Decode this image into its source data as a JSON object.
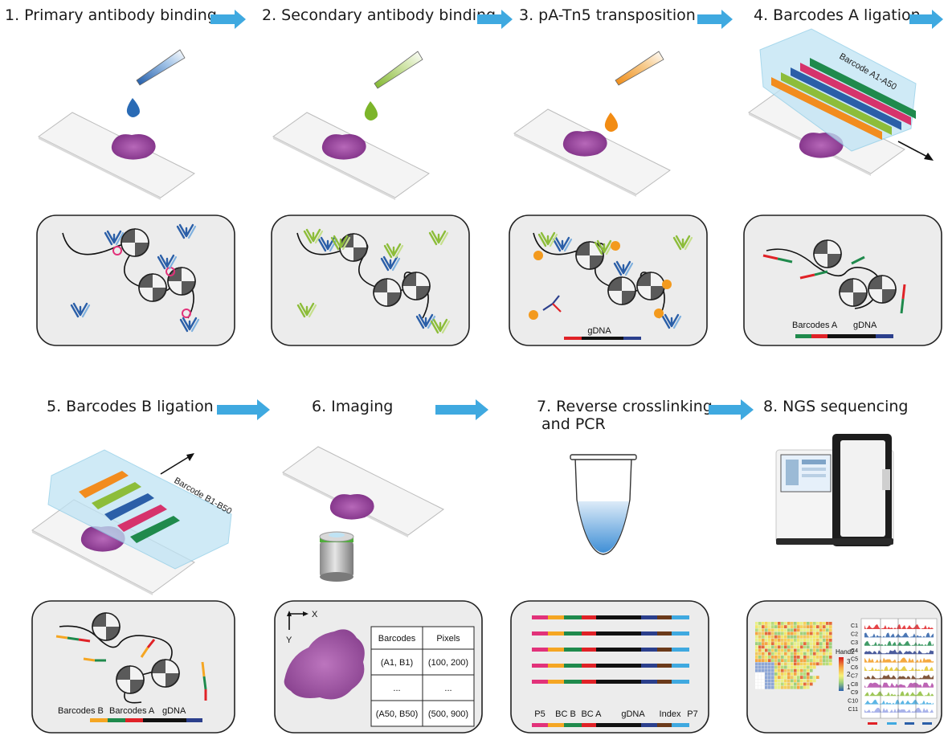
{
  "steps": [
    {
      "title": "1. Primary antibody binding"
    },
    {
      "title": "2. Secondary antibody binding"
    },
    {
      "title": "3. pA-Tn5 transposition"
    },
    {
      "title": "4. Barcodes A ligation"
    },
    {
      "title": "5. Barcodes B ligation"
    },
    {
      "title": "6. Imaging"
    },
    {
      "title": "7. Reverse crosslinking\n and PCR"
    },
    {
      "title": "8. NGS sequencing"
    }
  ],
  "labels": {
    "gdna": "gDNA",
    "barcodes_a": "Barcodes A",
    "barcodes_b": "Barcodes B",
    "barcode_a_range": "Barcode A1-A50",
    "barcode_b_range": "Barcode B1-B50",
    "axis_x": "X",
    "axis_y": "Y",
    "pcr_segments": [
      "P5",
      "BC B",
      "BC A",
      "gDNA",
      "Index",
      "P7"
    ]
  },
  "pixel_table": {
    "headers": [
      "Barcodes",
      "Pixels"
    ],
    "rows": [
      [
        "(A1, B1)",
        "(100, 200)"
      ],
      [
        "...",
        "..."
      ],
      [
        "(A50, B50)",
        "(500, 900)"
      ]
    ]
  },
  "heatmap_legend": {
    "title": "Hand2",
    "ticks": [
      "3",
      "2",
      "1"
    ]
  },
  "track_labels": [
    "C1",
    "C2",
    "C3",
    "C4",
    "C5",
    "C6",
    "C7",
    "C8",
    "C9",
    "C10",
    "C11"
  ],
  "colors": {
    "arrow": "#3fa9e0",
    "slide": "#f2f2f2",
    "panel": "#ececec",
    "tissue": "#9b3fa2",
    "primary_ab": "#2b5fa8",
    "secondary_ab": "#8dbd3a",
    "tn5": "#f39a1e",
    "bc_red": "#e02227",
    "bc_green": "#1f8a4c",
    "bc_orange": "#f5a623",
    "p5": "#e2327a",
    "index": "#6b3a1a",
    "p7": "#3fa9e0",
    "gdna": "#111111",
    "blue_end": "#2b3f8c"
  }
}
